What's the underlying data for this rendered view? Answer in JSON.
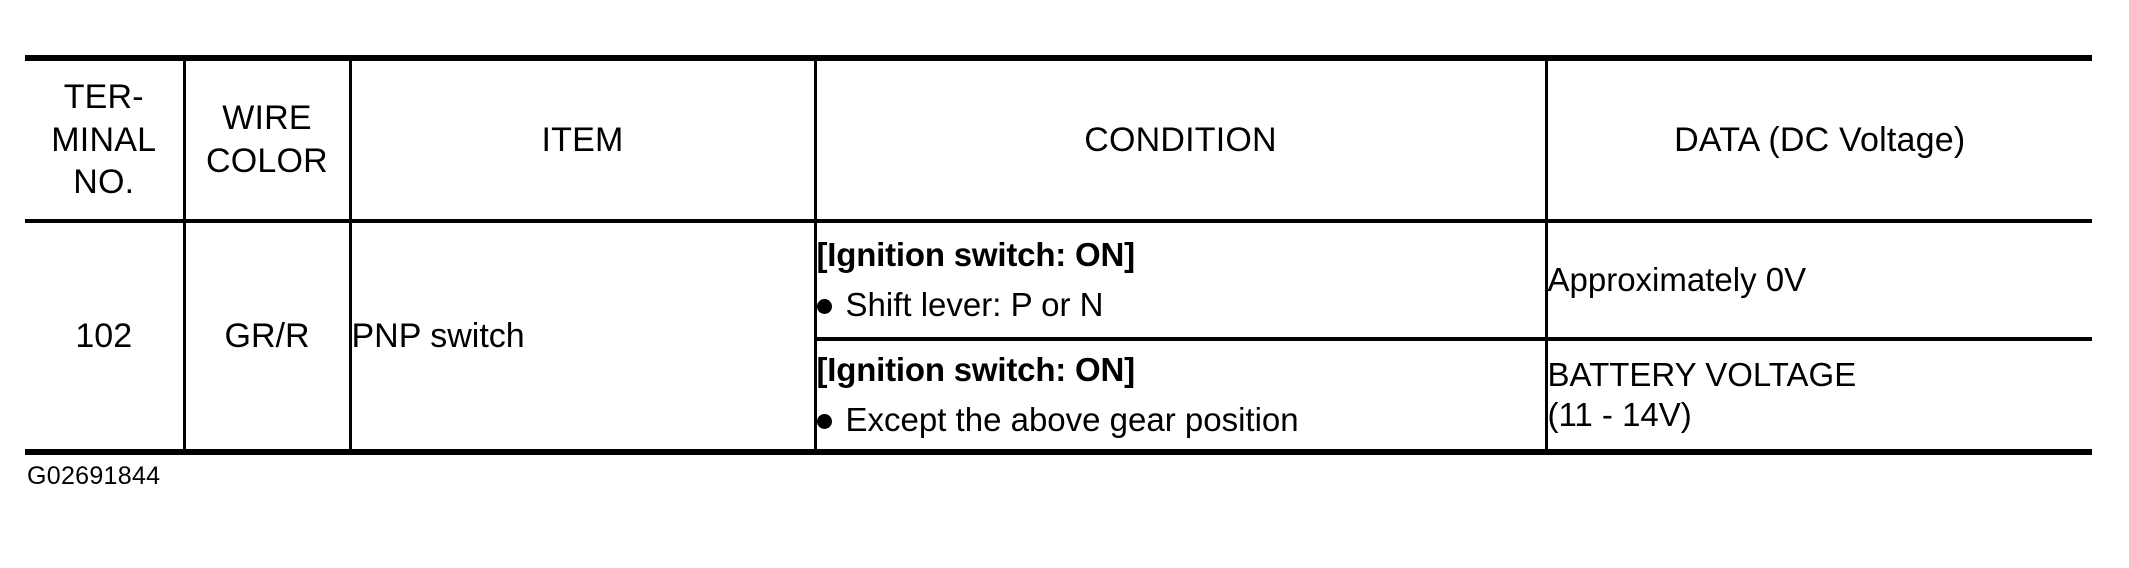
{
  "figure": {
    "id_label": "G02691844"
  },
  "table": {
    "columns": [
      {
        "key": "terminal_no",
        "header_lines": [
          "TER-",
          "MINAL",
          "NO."
        ]
      },
      {
        "key": "wire_color",
        "header_lines": [
          "WIRE",
          "COLOR"
        ]
      },
      {
        "key": "item",
        "header_lines": [
          "ITEM"
        ]
      },
      {
        "key": "condition",
        "header_lines": [
          "CONDITION"
        ]
      },
      {
        "key": "data",
        "header_lines": [
          "DATA (DC Voltage)"
        ]
      }
    ],
    "headers": {
      "terminal_no_1": "TER-",
      "terminal_no_2": "MINAL",
      "terminal_no_3": "NO.",
      "wire_color_1": "WIRE",
      "wire_color_2": "COLOR",
      "item": "ITEM",
      "condition": "CONDITION",
      "data": "DATA (DC Voltage)"
    },
    "rows": [
      {
        "terminal_no": "102",
        "wire_color": "GR/R",
        "item": "PNP switch",
        "sub_rows": [
          {
            "condition_heading": "[Ignition switch: ON]",
            "condition_bullet": "Shift lever: P or N",
            "data_line_1": "Approximately 0V",
            "data_line_2": ""
          },
          {
            "condition_heading": "[Ignition switch: ON]",
            "condition_bullet": "Except the above gear position",
            "data_line_1": "BATTERY VOLTAGE",
            "data_line_2": "(11 - 14V)"
          }
        ]
      }
    ]
  },
  "colors": {
    "background": "#ffffff",
    "rule": "#000000",
    "text": "#000000"
  }
}
